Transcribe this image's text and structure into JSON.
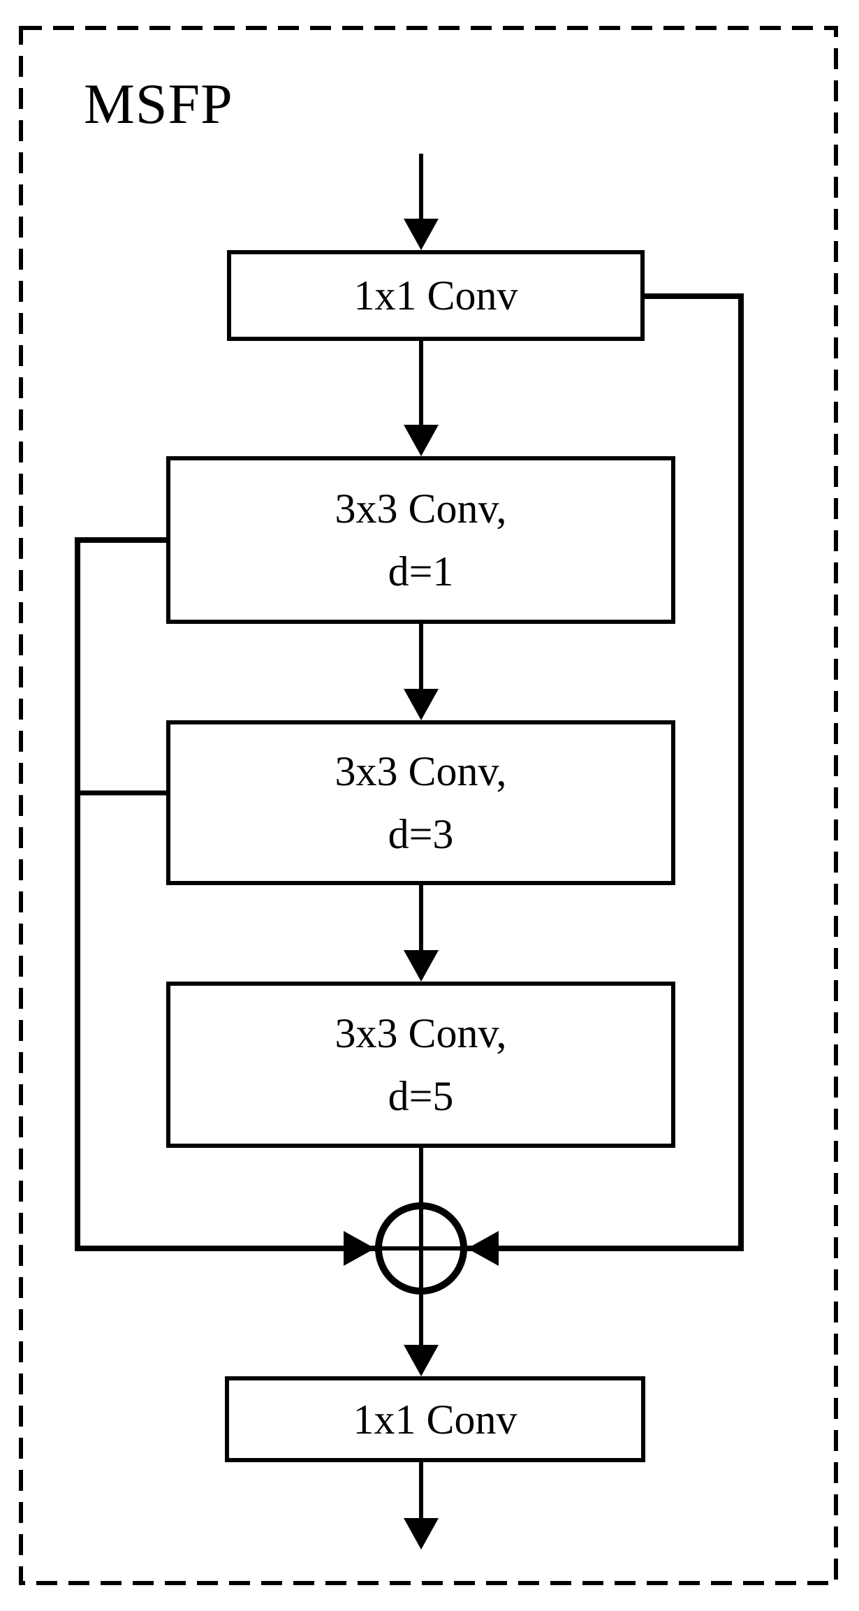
{
  "diagram": {
    "title": "MSFP",
    "boxes": [
      {
        "id": "conv1x1-top",
        "line1": "1x1 Conv",
        "line2": ""
      },
      {
        "id": "conv3x3-d1",
        "line1": "3x3 Conv,",
        "line2": "d=1"
      },
      {
        "id": "conv3x3-d3",
        "line1": "3x3 Conv,",
        "line2": "d=3"
      },
      {
        "id": "conv3x3-d5",
        "line1": "3x3 Conv,",
        "line2": "d=5"
      },
      {
        "id": "conv1x1-bottom",
        "line1": "1x1 Conv",
        "line2": ""
      }
    ],
    "sum_node": {
      "symbol": "circled-plus"
    },
    "colors": {
      "stroke": "#000000",
      "background": "#ffffff"
    }
  }
}
